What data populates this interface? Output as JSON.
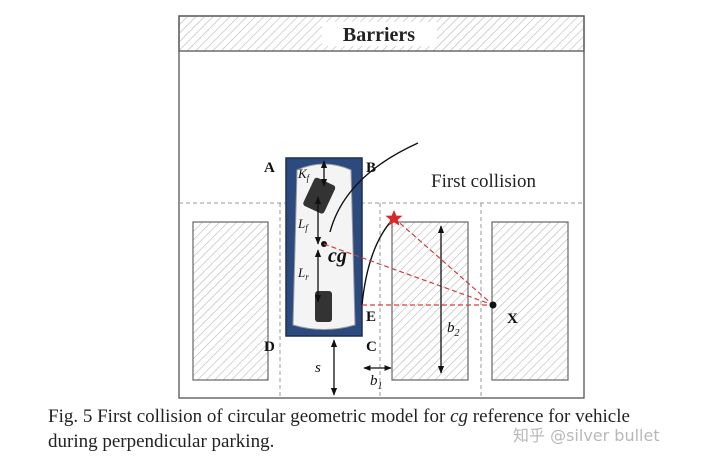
{
  "header": {
    "barrier_label": "Barriers"
  },
  "points": {
    "A": "A",
    "B": "B",
    "C": "C",
    "D": "D",
    "E": "E",
    "X": "X"
  },
  "car_labels": {
    "kf": "K",
    "kf_sub": "f",
    "lf": "L",
    "lf_sub": "f",
    "lr": "L",
    "lr_sub": "r",
    "cg": "cg"
  },
  "dims": {
    "s": "s",
    "b1": "b",
    "b1_sub": "1",
    "b2": "b",
    "b2_sub": "2"
  },
  "annotation": {
    "first_collision": "First collision"
  },
  "caption": {
    "prefix": "Fig. 5 First collision of circular geometric model for ",
    "italic": "cg",
    "suffix": " reference for vehicle",
    "line2": "during perpendicular parking."
  },
  "watermark": "知乎 @silver bullet",
  "colors": {
    "car_body": "#2c4a7e",
    "collision_star": "#d62828",
    "dashed_lines": "#d04040",
    "hatch": "#bfbfbf"
  }
}
